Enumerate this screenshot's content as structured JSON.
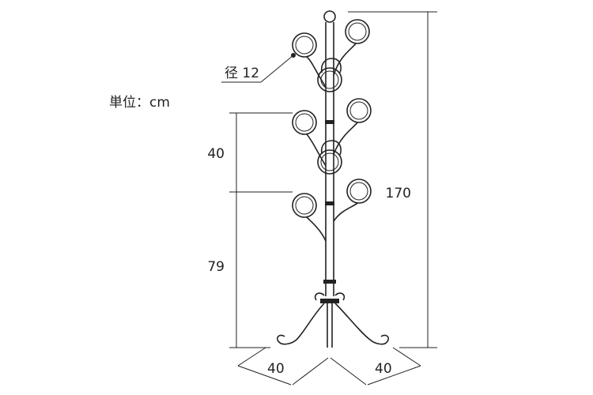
{
  "unit_label": "単位：cm",
  "dimensions": {
    "total_height": "170",
    "hook_spacing": "40",
    "bottom_height": "79",
    "base_left": "40",
    "base_right": "40",
    "ring_diameter": "径 12"
  }
}
